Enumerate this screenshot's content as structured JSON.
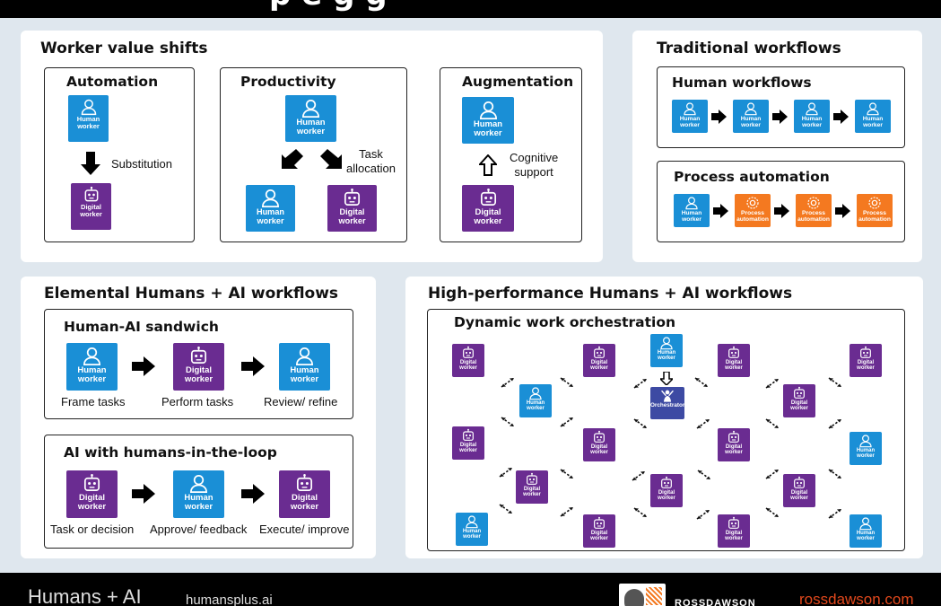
{
  "header": {
    "title_fragment": "p     e  g         g"
  },
  "colors": {
    "human": "#1a8fd6",
    "digital": "#6a2c91",
    "process": "#f47920",
    "orchestrator": "#3d4aa3",
    "accent": "#e2481c"
  },
  "labels": {
    "human": "Human\nworker",
    "digital": "Digital\nworker",
    "process": "Process\nautomation",
    "orchestrator": "Orchestrator"
  },
  "worker_value_shifts": {
    "title": "Worker value shifts",
    "automation": {
      "title": "Automation",
      "caption": "Substitution"
    },
    "productivity": {
      "title": "Productivity",
      "caption": "Task\nallocation"
    },
    "augmentation": {
      "title": "Augmentation",
      "caption": "Cognitive\nsupport"
    }
  },
  "traditional": {
    "title": "Traditional workflows",
    "human_workflows": {
      "title": "Human workflows"
    },
    "process_automation": {
      "title": "Process automation"
    }
  },
  "elemental": {
    "title": "Elemental Humans + AI workflows",
    "sandwich": {
      "title": "Human-AI sandwich",
      "captions": [
        "Frame tasks",
        "Perform tasks",
        "Review/ refine"
      ]
    },
    "hitl": {
      "title": "AI with humans-in-the-loop",
      "captions": [
        "Task or decision",
        "Approve/ feedback",
        "Execute/ improve"
      ]
    }
  },
  "high_performance": {
    "title": "High-performance Humans + AI workflows",
    "orchestration": {
      "title": "Dynamic work orchestration"
    }
  },
  "footer": {
    "brand": "Humans + AI",
    "site": "humansplus.ai",
    "logo_text": "ROSSDAWSON",
    "right_site": "rossdawson.com"
  }
}
